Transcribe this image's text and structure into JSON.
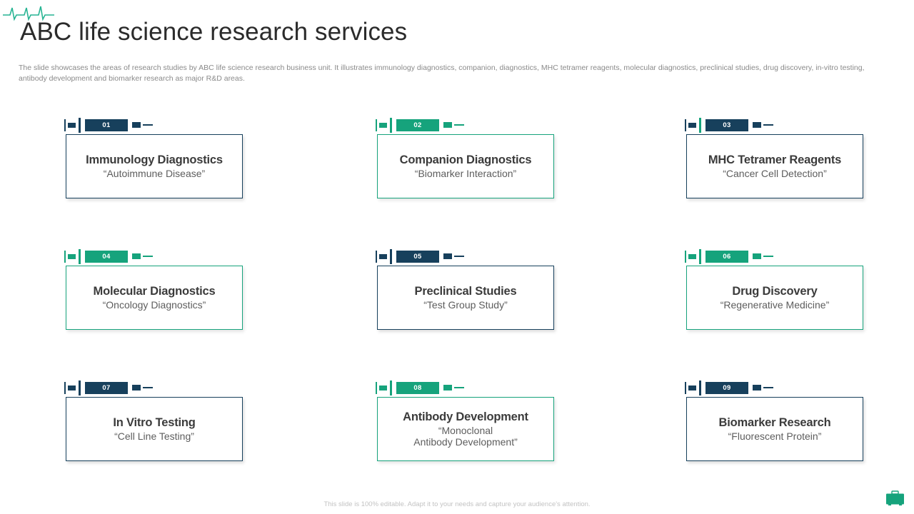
{
  "header": {
    "logo_icon": "ecg-heartbeat-icon",
    "title": "ABC life science research services",
    "description": "The slide showcases the areas of research studies by ABC life science research business unit. It illustrates immunology diagnostics, companion, diagnostics, MHC tetramer reagents, molecular diagnostics, preclinical studies, drug discovery, in-vitro testing, antibody development and biomarker research as major R&D areas."
  },
  "colors": {
    "navy": "#17405c",
    "teal": "#16a37c",
    "title_text": "#2b2b2b",
    "body_text": "#3b3b3b",
    "muted_text": "#8a8a8a",
    "footer_text": "#c3c3c3"
  },
  "cards": [
    {
      "number": "01",
      "title": "Immunology Diagnostics",
      "subtitle": "“Autoimmune Disease”",
      "accent": "navy"
    },
    {
      "number": "02",
      "title": "Companion Diagnostics",
      "subtitle": "“Biomarker Interaction”",
      "accent": "teal"
    },
    {
      "number": "03",
      "title": "MHC Tetramer Reagents",
      "subtitle": "“Cancer Cell Detection”",
      "accent": "navy"
    },
    {
      "number": "04",
      "title": "Molecular Diagnostics",
      "subtitle": "“Oncology Diagnostics”",
      "accent": "teal"
    },
    {
      "number": "05",
      "title": "Preclinical Studies",
      "subtitle": "“Test Group Study”",
      "accent": "navy"
    },
    {
      "number": "06",
      "title": "Drug Discovery",
      "subtitle": "“Regenerative Medicine”",
      "accent": "teal"
    },
    {
      "number": "07",
      "title": "In Vitro Testing",
      "subtitle": "“Cell Line Testing”",
      "accent": "navy"
    },
    {
      "number": "08",
      "title": "Antibody Development",
      "subtitle": "“Monoclonal\nAntibody Development”",
      "accent": "teal"
    },
    {
      "number": "09",
      "title": "Biomarker Research",
      "subtitle": "“Fluorescent Protein”",
      "accent": "navy"
    }
  ],
  "footer": {
    "note": "This slide is 100% editable. Adapt it to your needs and capture your audience's attention.",
    "corner_icon": "briefcase-icon"
  }
}
